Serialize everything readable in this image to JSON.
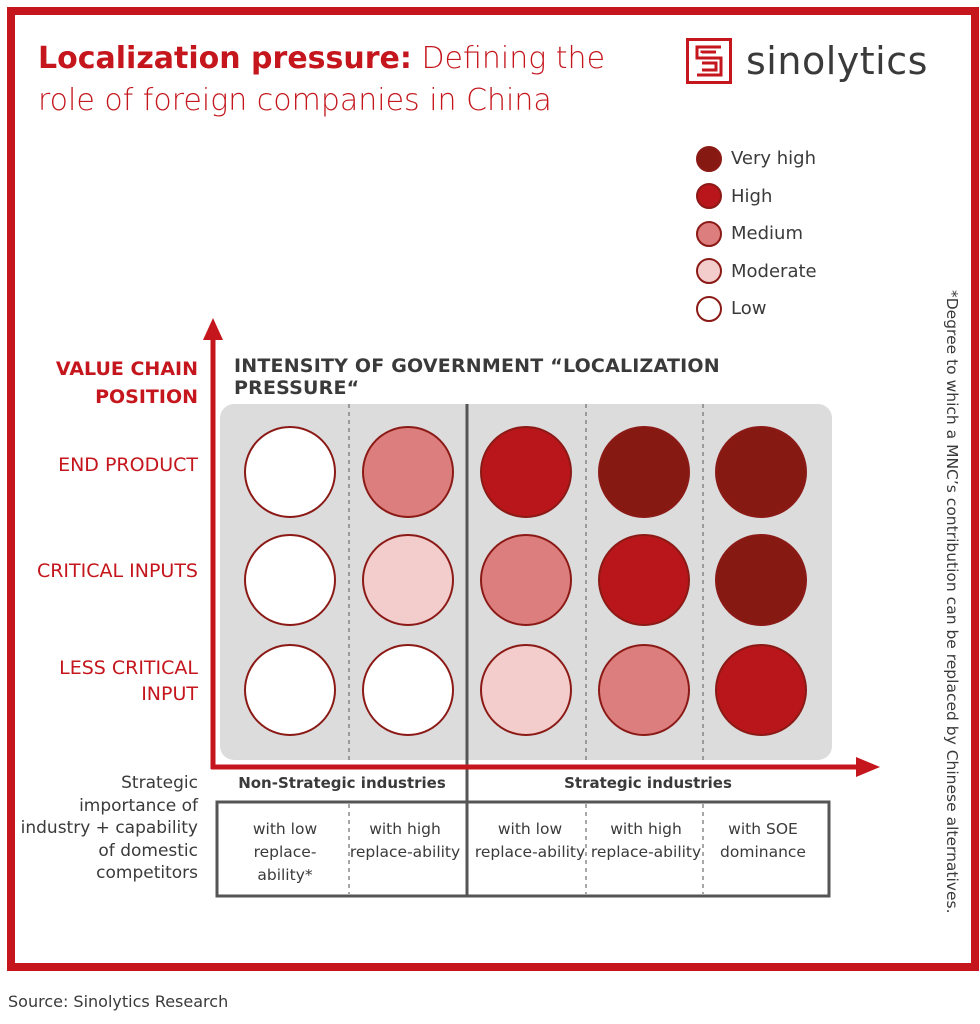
{
  "header": {
    "title_bold": "Localization pressure:",
    "title_rest": "Defining the role of foreign companies in China",
    "brand_name": "sinolytics",
    "brand_color": "#c4161c"
  },
  "legend": {
    "items": [
      {
        "label": "Very high",
        "color": "#861a12"
      },
      {
        "label": "High",
        "color": "#b8161a"
      },
      {
        "label": "Medium",
        "color": "#dd7e7e"
      },
      {
        "label": "Moderate",
        "color": "#f3cccc"
      },
      {
        "label": "Low",
        "color": "#ffffff"
      }
    ]
  },
  "side_note": "*Degree to which a MNC’s contribution can be replaced by Chinese alternatives.",
  "chart_data": {
    "type": "heatmap",
    "title": "INTENSITY OF GOVERNMENT “LOCALIZATION PRESSURE“",
    "ylabel": "VALUE CHAIN POSITION",
    "xlabel": "Strategic importance of industry + capability of domestic competitors",
    "rows": [
      {
        "label": "END PRODUCT"
      },
      {
        "label": "CRITICAL INPUTS"
      },
      {
        "label": "LESS CRITICAL INPUT"
      }
    ],
    "groups": [
      {
        "label": "Non-Strategic industries",
        "columns": 2
      },
      {
        "label": "Strategic industries",
        "columns": 3
      }
    ],
    "columns": [
      "with low replace-ability*",
      "with high replace-ability",
      "with low replace-ability",
      "with high replace-ability",
      "with SOE dominance"
    ],
    "levels": [
      "Very high",
      "High",
      "Medium",
      "Moderate",
      "Low"
    ],
    "values": [
      [
        "Low",
        "Medium",
        "High",
        "Very high",
        "Very high"
      ],
      [
        "Low",
        "Moderate",
        "Medium",
        "High",
        "Very high"
      ],
      [
        "Low",
        "Low",
        "Moderate",
        "Medium",
        "High"
      ]
    ],
    "grid_background": "#dcdcdc",
    "axis_color": "#c4161c",
    "circle_border": "#8b1a16"
  },
  "footer": {
    "source": "Source: Sinolytics Research"
  }
}
